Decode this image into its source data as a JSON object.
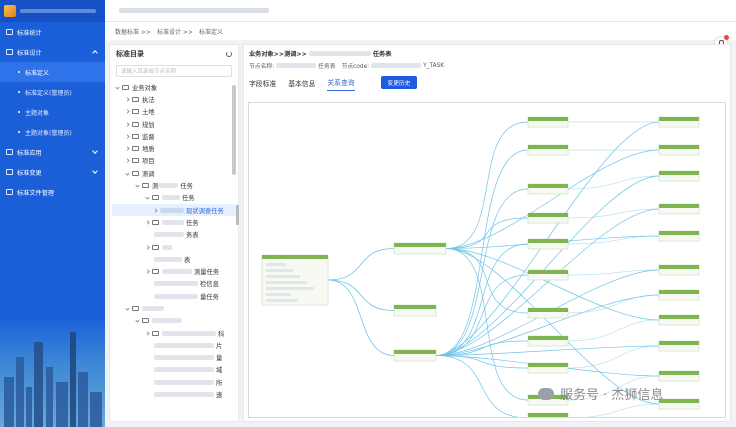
{
  "sidebar": {
    "items": [
      {
        "label": "标准统计"
      },
      {
        "label": "标准设计"
      },
      {
        "label": "标准应用"
      },
      {
        "label": "标准变更"
      },
      {
        "label": "标准文件管理"
      }
    ],
    "sub_items": [
      {
        "label": "标准定义"
      },
      {
        "label": "标准定义(管理员)"
      },
      {
        "label": "主题对象"
      },
      {
        "label": "主题对象(管理员)"
      }
    ]
  },
  "breadcrumb": [
    "数据标准 >>",
    "标准设计 >>",
    "标准定义"
  ],
  "left_panel": {
    "title": "标准目录",
    "search_placeholder": "请输入目录或节点名称",
    "tree": [
      {
        "label": "业务对象"
      },
      {
        "label": "执法"
      },
      {
        "label": "土地"
      },
      {
        "label": "规划"
      },
      {
        "label": "监督"
      },
      {
        "label": "地质"
      },
      {
        "label": "项目"
      },
      {
        "label": "测调"
      },
      {
        "label": "测",
        "suffix": "任务"
      },
      {
        "suffix": "任务"
      },
      {
        "suffix": "现状调查任务"
      },
      {
        "suffix": "任务"
      },
      {
        "suffix": "务表"
      },
      {
        "suffix": "表"
      },
      {
        "suffix": "测量任务"
      },
      {
        "suffix": "检信息"
      },
      {
        "suffix": "量任务"
      },
      {
        "suffix": "科"
      },
      {
        "suffix": "片"
      },
      {
        "suffix": "量"
      },
      {
        "suffix": "域"
      },
      {
        "suffix": "所"
      },
      {
        "suffix": "速"
      }
    ]
  },
  "right_panel": {
    "path_prefix": "业务对象>>测调>>",
    "path_suffix": "任务表",
    "node_name_label": "节点名称:",
    "node_name_suffix": "任务表",
    "node_code_label": "节点code:",
    "node_code_suffix": "Y_TASK",
    "tabs": [
      "字段标准",
      "基本信息",
      "关系查询"
    ],
    "active_tab": "关系查询",
    "history_button": "变更历史"
  },
  "graph": {
    "link_color": "#6ec4e8",
    "node_head_color": "#7fb550"
  },
  "watermark": "服务号 · 杰狮信息"
}
